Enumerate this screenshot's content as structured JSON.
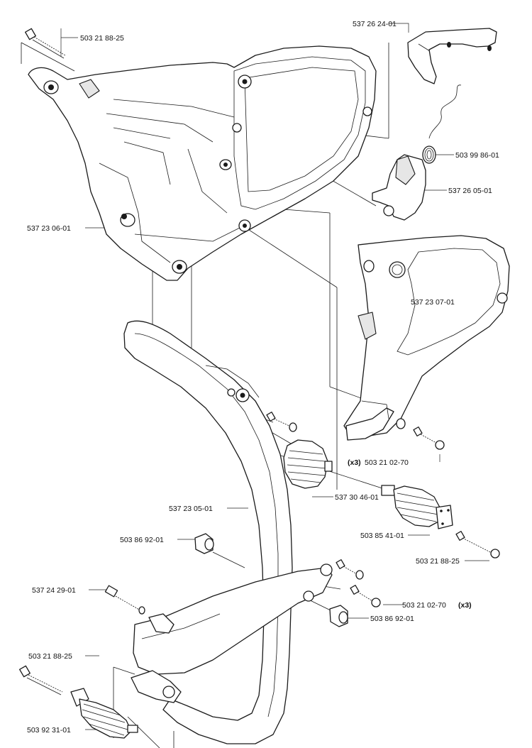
{
  "labels": {
    "p_537_26_24_01": "537 26 24-01",
    "p_503_21_88_25_top": "503 21 88-25",
    "p_503_99_86_01": "503 99 86-01",
    "p_537_26_05_01": "537 26 05-01",
    "p_537_23_06_01": "537 23 06-01",
    "p_537_23_07_01": "537 23 07-01",
    "p_x3_top_prefix": "(x3)",
    "p_503_21_02_70_top": "503 21 02-70",
    "p_537_30_46_01": "537 30 46-01",
    "p_537_23_05_01": "537 23 05-01",
    "p_503_85_41_01": "503 85 41-01",
    "p_503_86_92_01_left": "503 86 92-01",
    "p_503_21_88_25_mid": "503 21 88-25",
    "p_537_24_29_01": "537 24 29-01",
    "p_503_21_02_70_bot": "503 21 02-70",
    "p_x3_bot_suffix": "(x3)",
    "p_503_86_92_01_right": "503 86 92-01",
    "p_503_21_88_25_bot": "503 21 88-25",
    "p_503_92_31_01": "503 92 31-01"
  }
}
